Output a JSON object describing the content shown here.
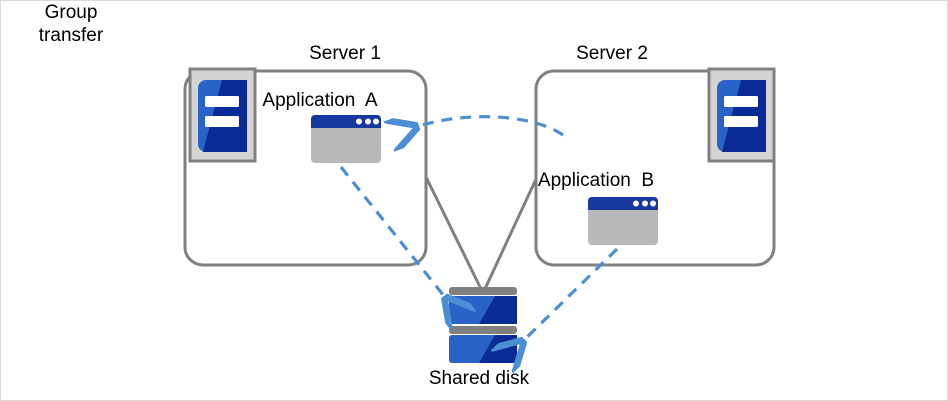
{
  "diagram": {
    "title": "Group transfer between servers sharing a disk",
    "labels": {
      "server1": "Server 1",
      "server2": "Server 2",
      "application_a": "Application  A",
      "application_b": "Application  B",
      "shared_disk": "Shared disk",
      "group_transfer_line1": "Group",
      "group_transfer_line2": "transfer"
    },
    "colors": {
      "box_border": "#808080",
      "connector_line": "#808080",
      "arrow_blue": "#4a8fd4",
      "icon_blue_light": "#2a63c8",
      "icon_blue_dark": "#0a2a96",
      "icon_frame_gray": "#808080",
      "icon_fill_gray": "#d4d4d4",
      "window_titlebar": "#17389e",
      "window_body": "#b9b9b9",
      "disk_divider": "#808080",
      "page_border": "#d9d9d9",
      "text": "#000000",
      "white": "#ffffff"
    },
    "nodes": [
      {
        "name": "server-1-box",
        "label": "Server 1",
        "contains": [
          "server-icon",
          "application-a"
        ]
      },
      {
        "name": "server-2-box",
        "label": "Server 2",
        "contains": [
          "server-icon",
          "application-b"
        ]
      },
      {
        "name": "shared-disk",
        "label": "Shared disk",
        "platters": 2
      }
    ],
    "connections": [
      {
        "name": "group-transfer-arrow",
        "from": "server-2-box",
        "to": "server-1-box",
        "style": "dashed-curve",
        "label": "Group transfer"
      },
      {
        "name": "app-a-to-disk-arrow",
        "from": "application-a",
        "to": "shared-disk",
        "style": "dashed-straight"
      },
      {
        "name": "app-b-to-disk-arrow",
        "from": "application-b",
        "to": "shared-disk",
        "style": "dashed-straight"
      },
      {
        "name": "server-1-disk-link",
        "from": "server-1-box",
        "to": "shared-disk",
        "style": "solid-gray"
      },
      {
        "name": "server-2-disk-link",
        "from": "server-2-box",
        "to": "shared-disk",
        "style": "solid-gray"
      }
    ]
  }
}
